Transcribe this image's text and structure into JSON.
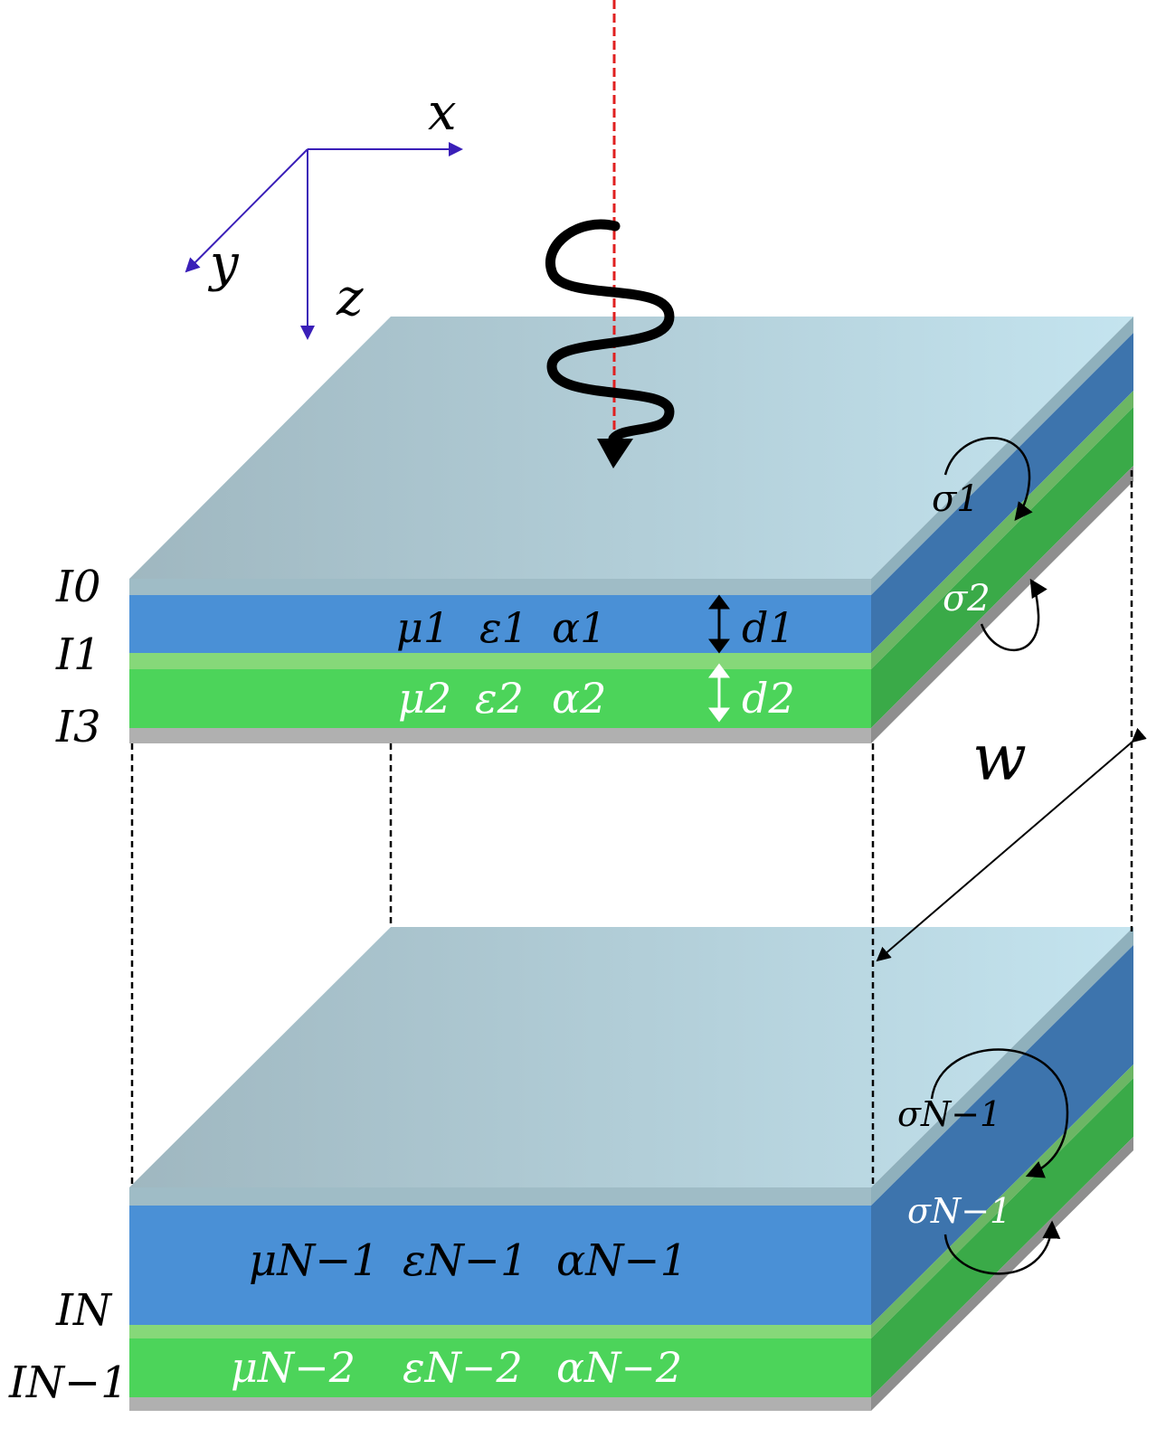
{
  "axes": {
    "x": "x",
    "y": "y",
    "z": "z"
  },
  "interfaces": {
    "i0": "I0",
    "i1": "I1",
    "i3": "I3",
    "iN": "IN",
    "iN1": "IN−1"
  },
  "layer1": {
    "mu": "μ1",
    "eps": "ε1",
    "alpha": "α1",
    "d": "d1"
  },
  "layer2": {
    "mu": "μ2",
    "eps": "ε2",
    "alpha": "α2",
    "d": "d2"
  },
  "layerN1": {
    "mu": "μN−1",
    "eps": "εN−1",
    "alpha": "αN−1"
  },
  "layerN2": {
    "mu": "μN−2",
    "eps": "εN−2",
    "alpha": "αN−2"
  },
  "sigma": {
    "s1": "σ1",
    "s2": "σ2",
    "sN1a": "σN−1",
    "sN1b": "σN−1"
  },
  "width_label": "w",
  "colors": {
    "blue": "#4a90d6",
    "green": "#4cd45a",
    "light_green": "#86d879",
    "gray": "#b0b0b0",
    "top": "#b4d2dc",
    "incident": "#e02020",
    "axis": "#3a1fb8"
  }
}
